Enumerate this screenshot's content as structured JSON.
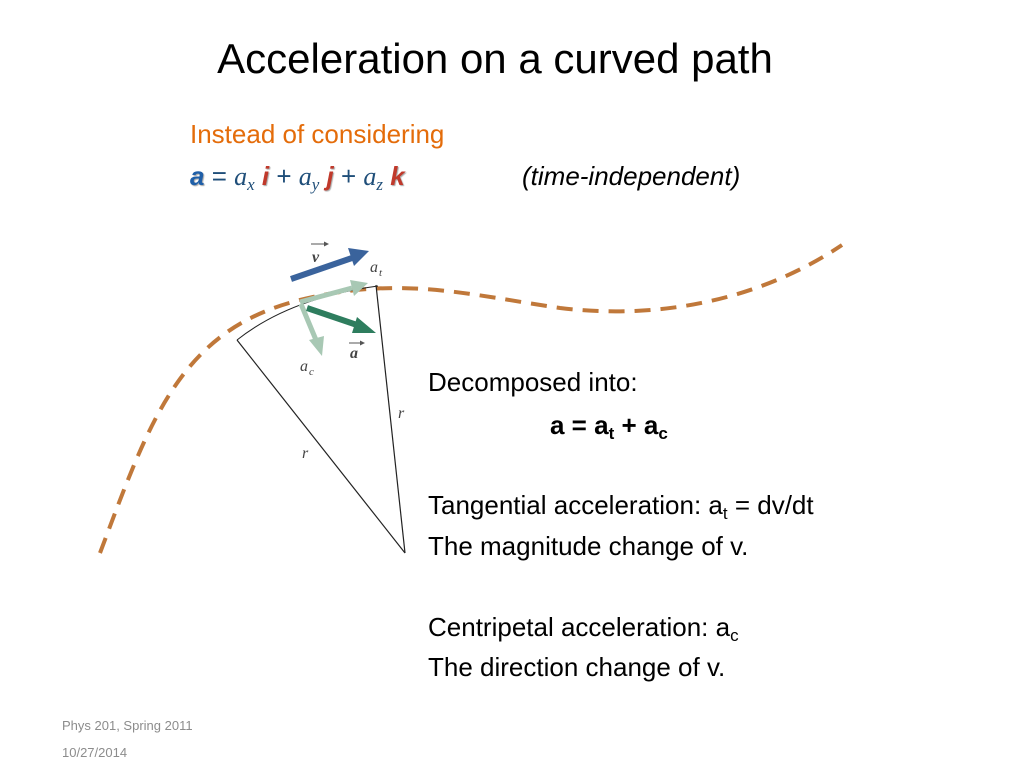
{
  "title": "Acceleration on a curved path",
  "intro": {
    "instead": "Instead of considering",
    "time_independent": "(time-independent)"
  },
  "formula": {
    "a": "a",
    "eq": " = ",
    "ax": "a",
    "x": "x",
    "i": "i",
    "plus1": " + ",
    "ay": "a",
    "y": "y",
    "j": "j",
    "plus2": " + ",
    "az": "a",
    "z": "z",
    "k": "k"
  },
  "diagram_labels": {
    "v": "v",
    "a_t": "a",
    "t": "t",
    "a_c": "a",
    "c": "c",
    "a": "a",
    "r1": "r",
    "r2": "r"
  },
  "body": {
    "decomposed": "Decomposed into:",
    "eq_a": "a = a",
    "eq_t": "t",
    "eq_plus": " + a",
    "eq_c": "c",
    "tangential": "Tangential acceleration: a",
    "tangential_sub": "t",
    "tangential_rest": " = dv/dt",
    "magnitude": "The magnitude change of v.",
    "centripetal": "Centripetal acceleration: a",
    "centripetal_sub": "c",
    "direction": "The direction change of v."
  },
  "footer": {
    "course": "Phys 201, Spring 2011",
    "date": "10/27/2014"
  },
  "colors": {
    "path": "#c0783a",
    "velocity": "#3a639c",
    "accel": "#2e7d5e",
    "components": "#a8c8b4",
    "title_orange": "#e46c0a"
  }
}
